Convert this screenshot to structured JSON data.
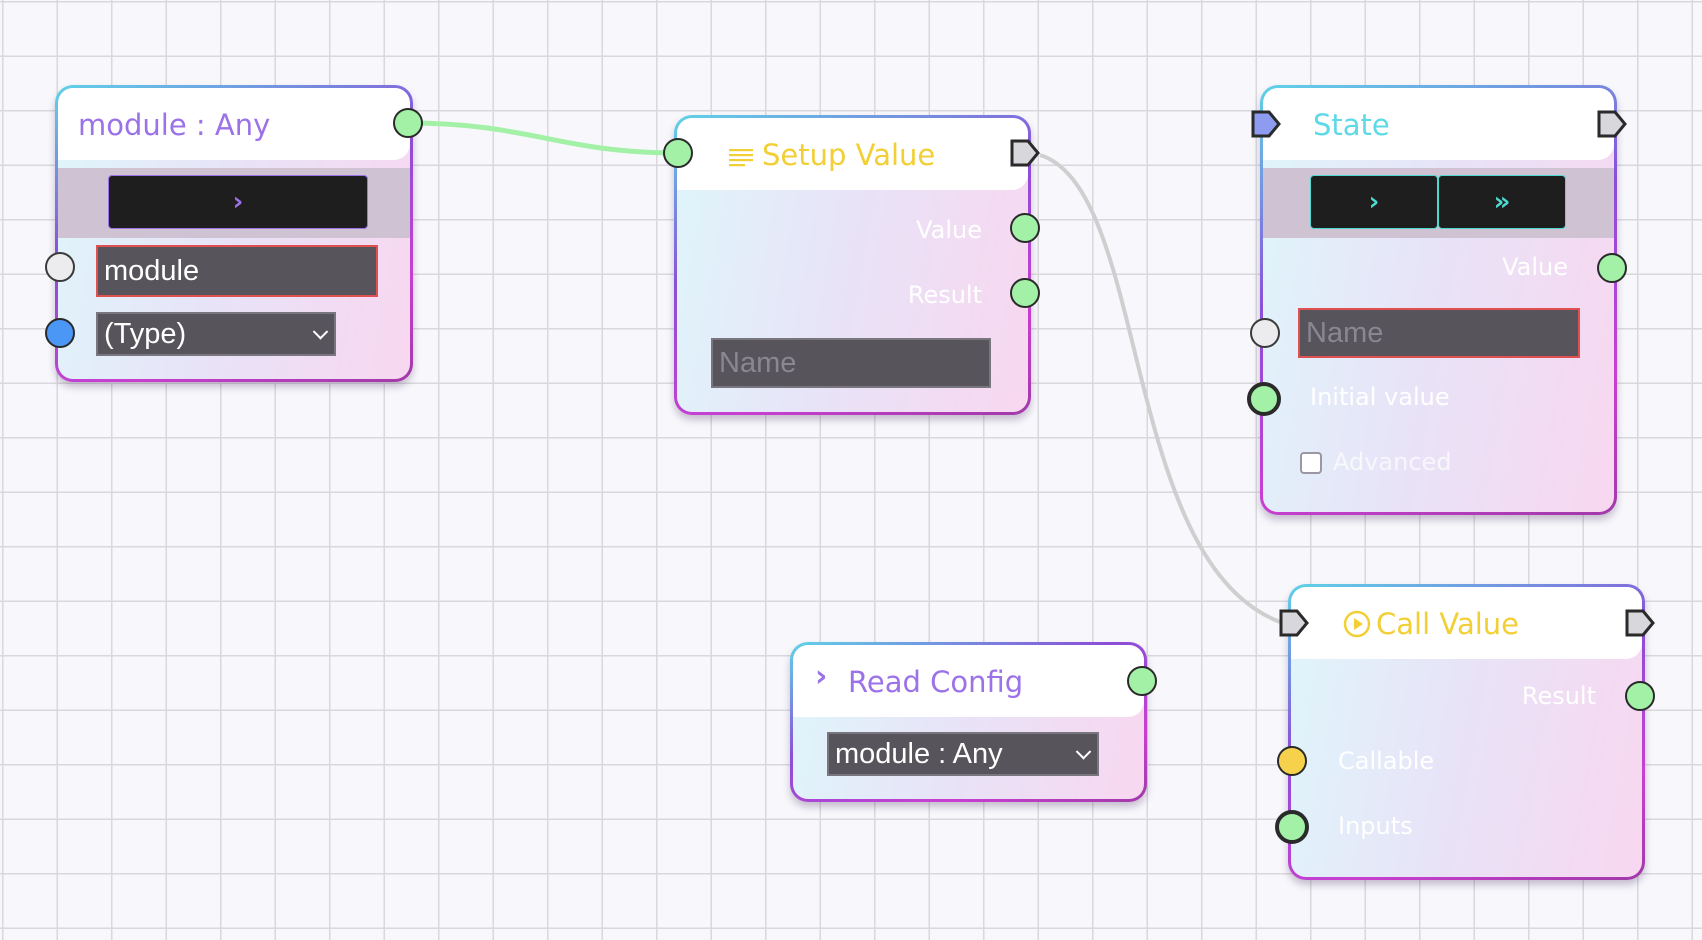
{
  "nodes": {
    "module_any": {
      "title": "module : Any",
      "input_value": "module",
      "type_select": "(Type)"
    },
    "setup_value": {
      "title": "Setup Value",
      "outputs": [
        "Value",
        "Result"
      ],
      "name_placeholder": "Name"
    },
    "state": {
      "title": "State",
      "output": "Value",
      "name_placeholder": "Name",
      "initial_value_label": "Initial value",
      "advanced_label": "Advanced"
    },
    "read_config": {
      "title": "Read Config",
      "select": "module : Any"
    },
    "call_value": {
      "title": "Call Value",
      "output": "Result",
      "inputs": [
        "Callable",
        "Inputs"
      ]
    }
  },
  "icons": {
    "exec_single": "chevron-right-icon",
    "exec_double": "double-chevron-right-icon",
    "setup": "lines-icon",
    "call": "play-circle-icon"
  },
  "colors": {
    "grid": "#d9d9dd",
    "port_green": "#a3f0a7",
    "port_blue": "#4a97f5",
    "port_yellow": "#f5d14c",
    "wire_data": "#a3f0a7",
    "wire_flow": "#cfcfcf",
    "title_purple": "#9b72e8",
    "title_yellow": "#f2cf35",
    "title_cyan": "#5ed9e6"
  }
}
